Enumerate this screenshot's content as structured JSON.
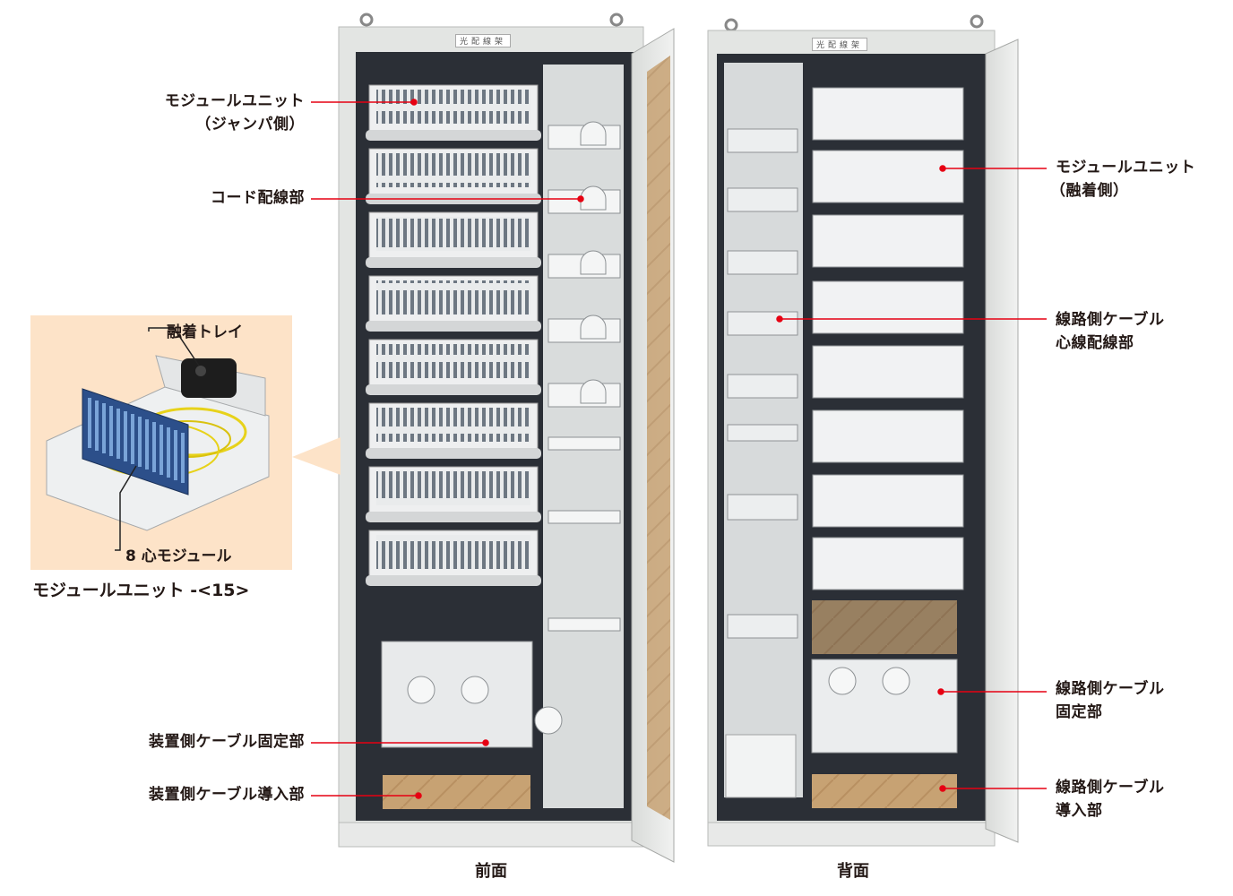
{
  "front_labels": {
    "module_unit": "モジュールユニット",
    "module_unit_sub": "（ジャンパ側）",
    "cord_wiring": "コード配線部",
    "device_cable_fix": "装置側ケーブル固定部",
    "device_cable_intro": "装置側ケーブル導入部"
  },
  "rear_labels": {
    "module_unit": "モジュールユニット",
    "module_unit_sub": "（融着側）",
    "line_cable_core_1": "線路側ケーブル",
    "line_cable_core_2": "心線配線部",
    "line_cable_fix_1": "線路側ケーブル",
    "line_cable_fix_2": "固定部",
    "line_cable_intro_1": "線路側ケーブル",
    "line_cable_intro_2": "導入部"
  },
  "inset": {
    "fusion_tray": "融着トレイ",
    "module_8core": "8 心モジュール",
    "title": "モジュールユニット -<15>"
  },
  "captions": {
    "front": "前面",
    "rear": "背面"
  },
  "nameplate": {
    "front": "光配線架",
    "rear": "光配線架"
  },
  "colors": {
    "leader_line": "#e60012",
    "cabinet": "#e6e8e6",
    "interior": "#2b2f36",
    "floor": "#b88c5a",
    "inset_bg": "#fde3c8"
  }
}
